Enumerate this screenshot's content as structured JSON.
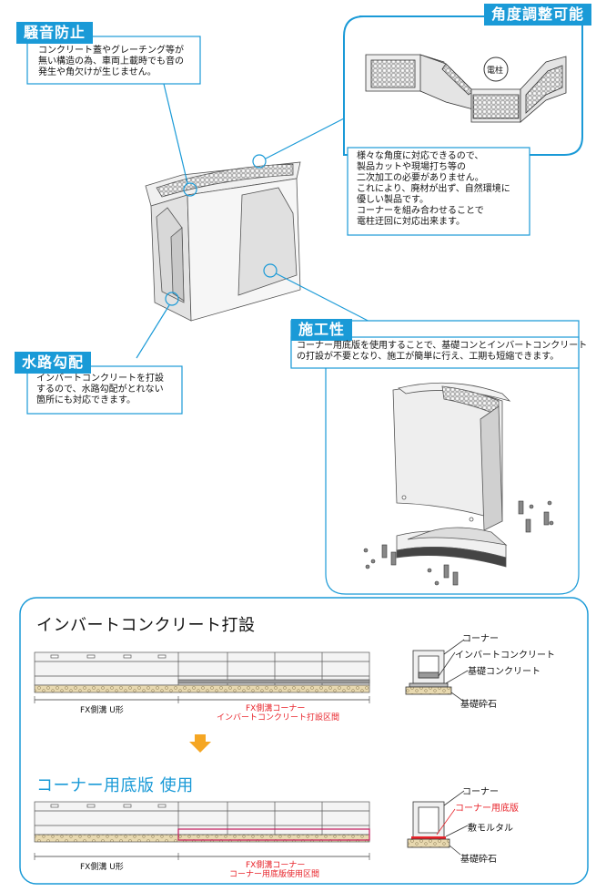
{
  "noise": {
    "tag": "騒音防止",
    "text": "コンクリート蓋やグレーチング等が\n無い構造の為、車両上載時でも音の\n発生や角欠けが生じません。"
  },
  "angle": {
    "tag": "角度調整可能",
    "pole_label": "電柱",
    "text": "様々な角度に対応できるので、\n製品カットや現場打ち等の\n二次加工の必要がありません。\nこれにより、廃材が出ず、自然環境に\n優しい製品です。\nコーナーを組み合わせることで\n電柱迂回に対応出来ます。"
  },
  "slope": {
    "tag": "水路勾配",
    "text": "インバートコンクリートを打設\nするので、水路勾配がとれない\n箇所にも対応できます。"
  },
  "construct": {
    "tag": "施工性",
    "text": "コーナー用底版を使用することで、基礎コンとインバートコンクリート\nの打設が不要となり、施工が簡単に行え、工期も短縮できます。"
  },
  "section1": {
    "title": "インバートコンクリート打設",
    "left_label": "FX側溝 U形",
    "right_label_1": "FX側溝コーナー",
    "right_label_2": "インバートコンクリート打設区間",
    "callouts": [
      "コーナー",
      "インバートコンクリート",
      "基礎コンクリート",
      "基礎砕石"
    ]
  },
  "section2": {
    "title": "コーナー用底版 使用",
    "left_label": "FX側溝 U形",
    "right_label_1": "FX側溝コーナー",
    "right_label_2": "コーナー用底版使用区間",
    "callouts": [
      "コーナー",
      "コーナー用底版",
      "敷モルタル",
      "基礎砕石"
    ]
  },
  "colors": {
    "accent": "#1a9ad7",
    "red": "#e8232a",
    "gravel": "#e8d9b0",
    "concrete": "#eeeeee"
  }
}
